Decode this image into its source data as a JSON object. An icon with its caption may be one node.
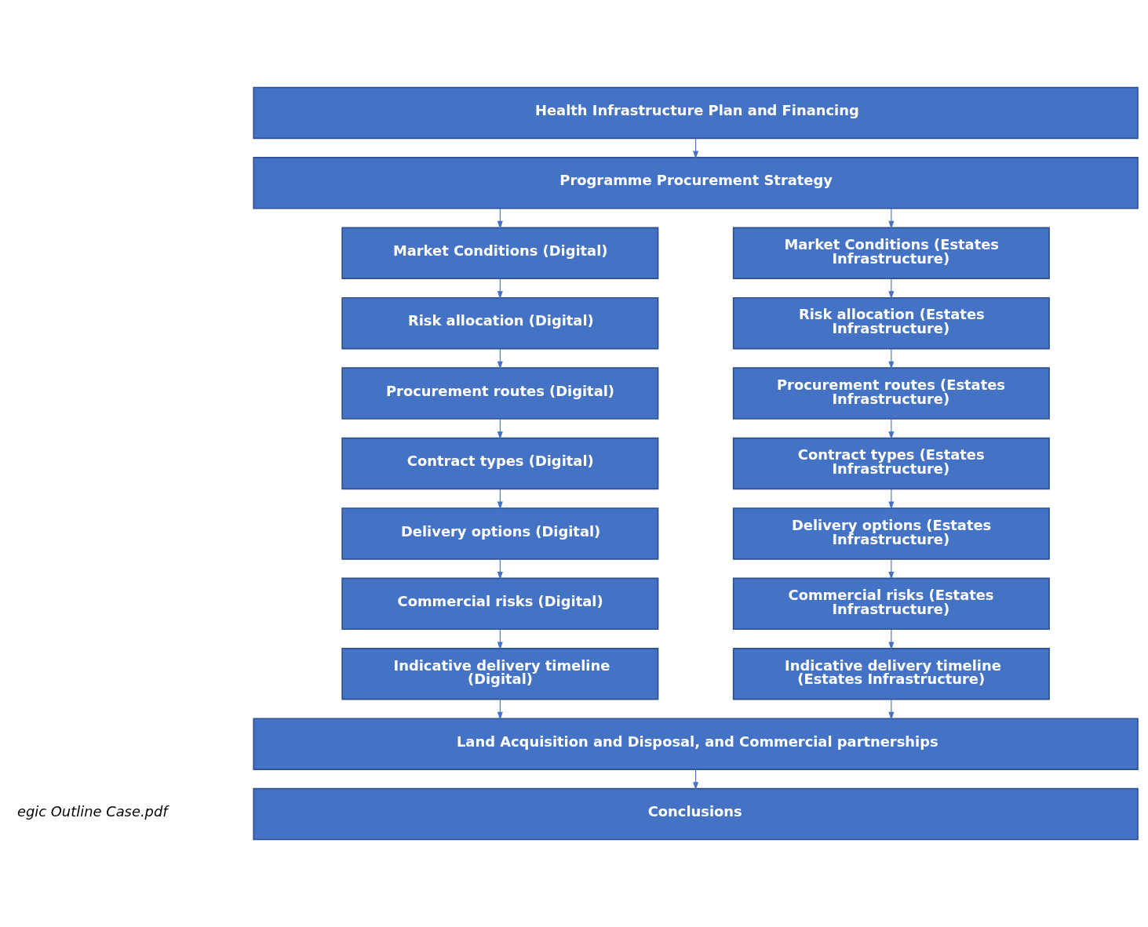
{
  "diagram": {
    "nodes": [
      {
        "text": [
          "Health Infrastructure Plan and Financing"
        ]
      },
      {
        "text": [
          "Programme Procurement Strategy"
        ]
      },
      {
        "text": [
          "Market Conditions (Digital)"
        ]
      },
      {
        "text": [
          "Risk allocation (Digital)"
        ]
      },
      {
        "text": [
          "Procurement routes (Digital)"
        ]
      },
      {
        "text": [
          "Contract types (Digital)"
        ]
      },
      {
        "text": [
          "Delivery options (Digital)"
        ]
      },
      {
        "text": [
          "Commercial risks (Digital)"
        ]
      },
      {
        "text": [
          "Indicative delivery timeline (Digital)"
        ]
      },
      {
        "text": [
          "Market Conditions (Estates Infrastructure)"
        ]
      },
      {
        "text": [
          "Risk allocation (Estates Infrastructure)"
        ]
      },
      {
        "text": [
          "Procurement routes (Estates Infrastructure)"
        ]
      },
      {
        "text": [
          "Contract types (Estates Infrastructure)"
        ]
      },
      {
        "text": [
          "Delivery options (Estates Infrastructure)"
        ]
      },
      {
        "text": [
          "Commercial risks (Estates Infrastructure)"
        ]
      },
      {
        "text": [
          "Indicative delivery timeline (Estates Infrastructure)"
        ]
      },
      {
        "text": [
          "Land Acquisition and Disposal, and Commercial partnerships"
        ]
      },
      {
        "text": [
          "Conclusions"
        ]
      }
    ],
    "edges": [
      {
        "from": 0,
        "to": 1,
        "arrow": "to"
      },
      {
        "from": 1,
        "to": 2,
        "arrow": "to"
      },
      {
        "from": 1,
        "to": 9,
        "arrow": "to"
      },
      {
        "from": 2,
        "to": 3,
        "arrow": "to"
      },
      {
        "from": 3,
        "to": 4,
        "arrow": "to"
      },
      {
        "from": 4,
        "to": 5,
        "arrow": "to"
      },
      {
        "from": 5,
        "to": 6,
        "arrow": "to"
      },
      {
        "from": 6,
        "to": 7,
        "arrow": "to"
      },
      {
        "from": 7,
        "to": 8,
        "arrow": "to"
      },
      {
        "from": 9,
        "to": 10,
        "arrow": "to"
      },
      {
        "from": 10,
        "to": 11,
        "arrow": "to"
      },
      {
        "from": 11,
        "to": 12,
        "arrow": "to"
      },
      {
        "from": 12,
        "to": 13,
        "arrow": "to"
      },
      {
        "from": 13,
        "to": 14,
        "arrow": "to"
      },
      {
        "from": 14,
        "to": 15,
        "arrow": "to"
      },
      {
        "from": 8,
        "to": 16,
        "arrow": "to"
      },
      {
        "from": 15,
        "to": 16,
        "arrow": "to"
      },
      {
        "from": 16,
        "to": 17,
        "arrow": "to"
      }
    ],
    "labels": [
      "egic Outline Case.pdf"
    ]
  }
}
